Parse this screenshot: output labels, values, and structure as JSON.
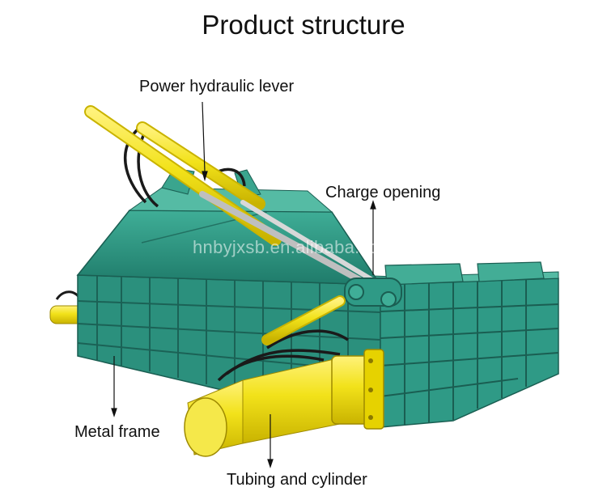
{
  "title": "Product structure",
  "labels": {
    "lever": "Power hydraulic lever",
    "opening": "Charge opening",
    "frame": "Metal frame",
    "cylinder": "Tubing and cylinder"
  },
  "watermark": "hnbyjxsb.en.alibaba.com",
  "colors": {
    "frame_green": "#2f9a86",
    "frame_dark": "#1d6e60",
    "frame_light": "#4bb39c",
    "cylinder_yellow": "#f2e21a",
    "hose_black": "#1a1a1a",
    "text": "#111111"
  }
}
